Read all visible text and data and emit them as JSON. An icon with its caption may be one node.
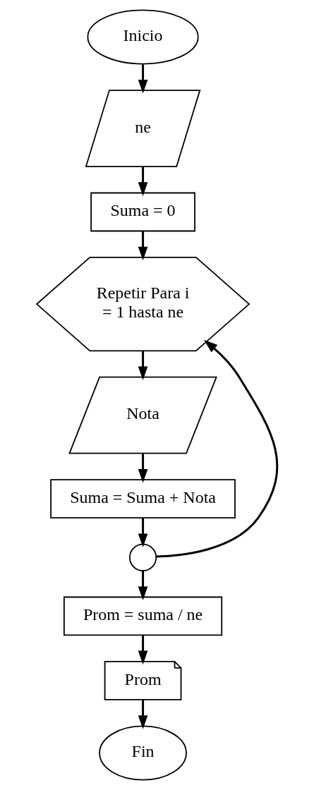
{
  "diagram": {
    "nodes": [
      {
        "text": [
          "Inicio"
        ]
      },
      {
        "text": [
          "ne"
        ]
      },
      {
        "text": [
          "Suma = 0"
        ]
      },
      {
        "text": [
          "Repetir Para i = 1 hasta ne"
        ]
      },
      {
        "text": [
          "Nota"
        ]
      },
      {
        "text": [
          "Suma = Suma + Nota"
        ]
      },
      {
        "text": [],
        "shape": "circle"
      },
      {
        "text": [
          "Prom = suma / ne"
        ]
      },
      {
        "text": [
          "Prom"
        ]
      },
      {
        "text": [
          "Fin"
        ]
      }
    ],
    "edges": [
      {
        "from": 0,
        "to": 1,
        "arrow": "to"
      },
      {
        "from": 1,
        "to": 2,
        "arrow": "to"
      },
      {
        "from": 2,
        "to": 3,
        "arrow": "to"
      },
      {
        "from": 3,
        "to": 4,
        "arrow": "to"
      },
      {
        "from": 4,
        "to": 5,
        "arrow": "to"
      },
      {
        "from": 5,
        "to": 6,
        "arrow": "to"
      },
      {
        "from": 6,
        "to": 3,
        "arrow": "to"
      },
      {
        "from": 6,
        "to": 7,
        "arrow": "to"
      },
      {
        "from": 7,
        "to": 8,
        "arrow": "to"
      },
      {
        "from": 8,
        "to": 9,
        "arrow": "to"
      }
    ]
  }
}
